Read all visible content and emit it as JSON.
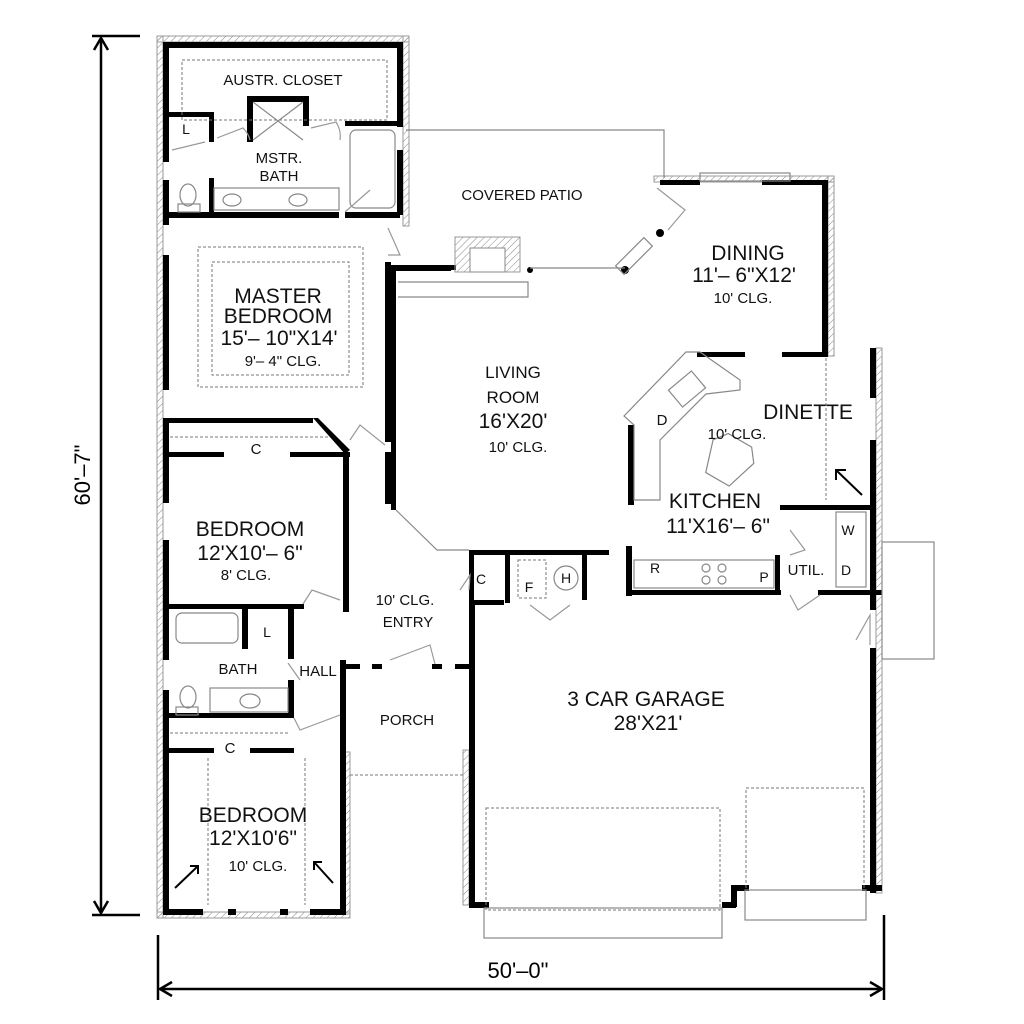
{
  "plan": {
    "overall_width": "50'–0\"",
    "overall_depth": "60'–7\"",
    "rooms": {
      "austr_closet": {
        "name": "AUSTR. CLOSET"
      },
      "mstr_bath": {
        "name_line1": "MSTR.",
        "name_line2": "BATH",
        "linen": "L"
      },
      "master_bedroom": {
        "name_line1": "MASTER",
        "name_line2": "BEDROOM",
        "size": "15'– 10\"X14'",
        "ceiling": "9'– 4\"  CLG."
      },
      "covered_patio": {
        "name": "COVERED PATIO"
      },
      "dining": {
        "name": "DINING",
        "size": "11'– 6\"X12'",
        "ceiling": "10'  CLG."
      },
      "living_room": {
        "name_line1": "LIVING",
        "name_line2": "ROOM",
        "size": "16'X20'",
        "ceiling": "10'  CLG."
      },
      "dinette": {
        "name": "DINETTE",
        "ceiling": "10'  CLG."
      },
      "kitchen": {
        "name": "KITCHEN",
        "size": "11'X16'– 6\"",
        "dishwasher": "D",
        "refrigerator": "R",
        "pantry": "P"
      },
      "utility": {
        "name": "UTIL.",
        "washer": "W",
        "dryer": "D"
      },
      "bedroom2": {
        "name": "BEDROOM",
        "size": "12'X10'– 6\"",
        "ceiling": "8'  CLG.",
        "closet": "C"
      },
      "entry": {
        "ceiling": "10'  CLG.",
        "name": "ENTRY",
        "closet": "C",
        "furnace": "F",
        "water_heater": "H"
      },
      "bath": {
        "name": "BATH",
        "linen": "L"
      },
      "hall": {
        "name": "HALL"
      },
      "porch": {
        "name": "PORCH"
      },
      "bedroom3": {
        "name": "BEDROOM",
        "size": "12'X10'6\"",
        "ceiling": "10'  CLG.",
        "closet": "C"
      },
      "garage": {
        "name": "3 CAR GARAGE",
        "size": "28'X21'"
      }
    }
  }
}
